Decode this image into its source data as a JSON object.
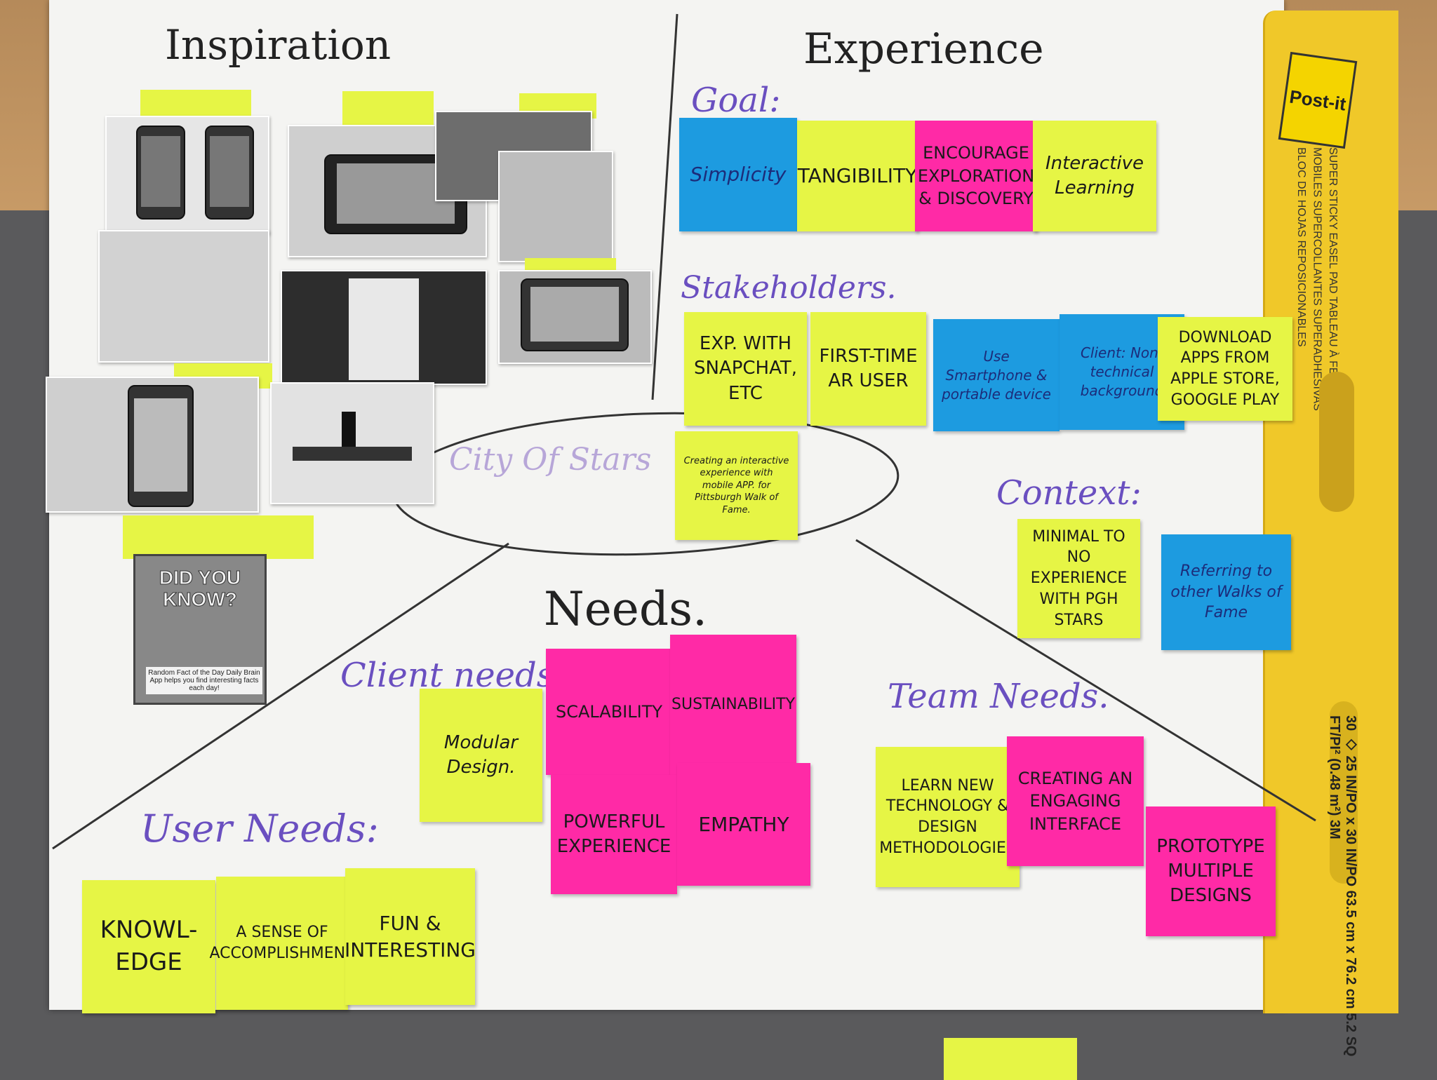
{
  "headings": {
    "inspiration": "Inspiration",
    "experience": "Experience",
    "needs": "Needs.",
    "city": "City Of Stars"
  },
  "labels": {
    "goal": "Goal:",
    "stakeholders": "Stakeholders.",
    "context": "Context:",
    "client_needs": "Client needs:",
    "team_needs": "Team Needs.",
    "user_needs": "User Needs:"
  },
  "goal_notes": [
    "Simplicity",
    "TANGIBILITY",
    "ENCOURAGE EXPLORATION & DISCOVERY",
    "Interactive Learning"
  ],
  "stakeholder_notes": [
    "EXP. WITH SNAPCHAT, ETC",
    "FIRST-TIME AR USER",
    "Use Smartphone & portable device",
    "Client: Non-technical background",
    "DOWNLOAD APPS FROM APPLE STORE, GOOGLE PLAY"
  ],
  "city_note": "Creating an interactive experience with mobile APP. for Pittsburgh Walk of Fame.",
  "context_notes": [
    "MINIMAL TO NO EXPERIENCE WITH PGH STARS",
    "Referring to other Walks of Fame"
  ],
  "client_notes": [
    "Modular Design.",
    "SCALABILITY",
    "SUSTAINABILITY",
    "POWERFUL EXPERIENCE",
    "EMPATHY"
  ],
  "team_notes": [
    "LEARN NEW TECHNOLOGY & DESIGN METHODOLOGIES",
    "CREATING AN ENGAGING INTERFACE",
    "PROTOTYPE MULTIPLE DESIGNS"
  ],
  "user_notes": [
    "KNOWL-EDGE",
    "A SENSE OF ACCOMPLISHMENT",
    "FUN & INTERESTING"
  ],
  "inspiration_card": {
    "title": "DID YOU KNOW?",
    "caption": "Random Fact of the Day Daily Brain App helps you find interesting facts each day!"
  },
  "pad": {
    "brand": "Post-it",
    "text": "SUPER STICKY EASEL PAD TABLEAU À FEUILLES MOBILES SUPERCOLLANTES SUPERADHESIVAS BLOC DE HOJAS REPOSICIONABLES",
    "size": "30 ◇ 25 IN/PO x 30 IN/PO 63.5 cm x 76.2 cm 5.2 SQ FT/PI² (0.48 m²) 3M"
  },
  "colors": {
    "yellow": "#e6f545",
    "pink": "#ff2aa6",
    "blue": "#1d9be0",
    "purple": "#6a4fc0"
  }
}
